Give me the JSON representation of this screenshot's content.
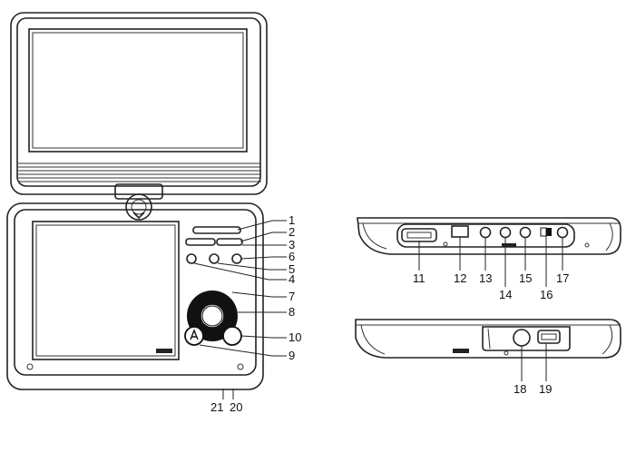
{
  "front_view": {
    "callouts": [
      "1",
      "2",
      "3",
      "6",
      "5",
      "4",
      "7",
      "8",
      "10",
      "9",
      "21",
      "20"
    ]
  },
  "side_view_top": {
    "callouts": [
      "11",
      "12",
      "13",
      "14",
      "15",
      "16",
      "17"
    ]
  },
  "side_view_bottom": {
    "callouts": [
      "18",
      "19"
    ]
  }
}
